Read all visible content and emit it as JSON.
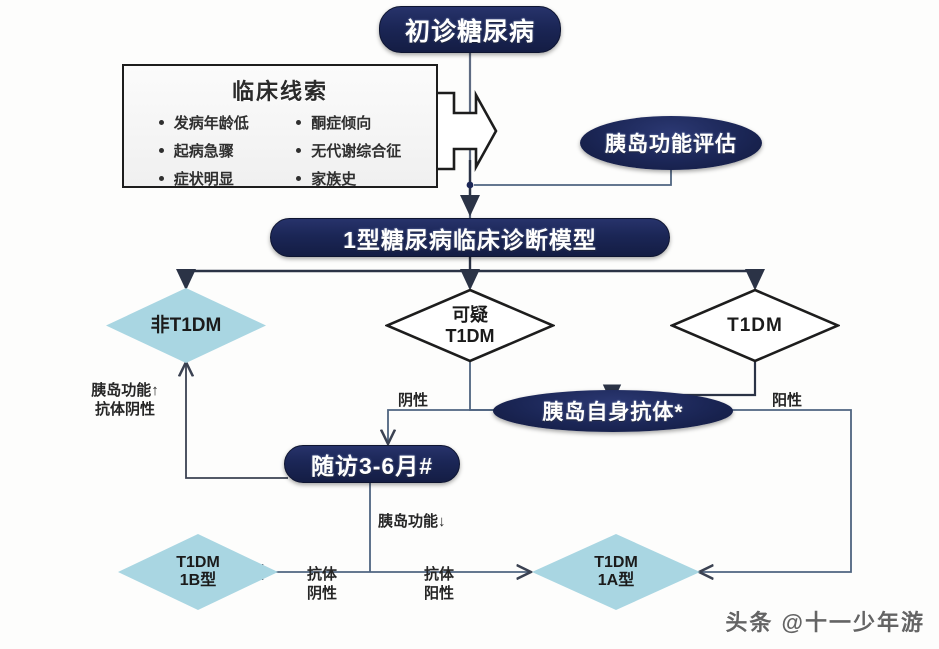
{
  "diagram": {
    "title_node": {
      "label": "初诊糖尿病"
    },
    "clue_box": {
      "title": "临床线索",
      "column_left": [
        "发病年龄低",
        "起病急骤",
        "症状明显"
      ],
      "column_right": [
        "酮症倾向",
        "无代谢综合征",
        "家族史"
      ]
    },
    "islet_assessment": {
      "label": "胰岛功能评估"
    },
    "model_bar": {
      "label": "1型糖尿病临床诊断模型"
    },
    "outcomes_row": {
      "non_t1dm": {
        "label": "非T1DM"
      },
      "suspect_t1dm": {
        "line1": "可疑",
        "line2": "T1DM"
      },
      "t1dm": {
        "label": "T1DM"
      }
    },
    "antibody_node": {
      "label": "胰岛自身抗体*"
    },
    "followup_node": {
      "label": "随访3-6月#"
    },
    "bottom_row": {
      "t1dm_1b": {
        "line1": "T1DM",
        "line2": "1B型"
      },
      "t1dm_1a": {
        "line1": "T1DM",
        "line2": "1A型"
      }
    },
    "edge_labels": {
      "left_function_up": "胰岛功能↑",
      "left_antibody_negative": "抗体阴性",
      "antibody_negative": "阴性",
      "antibody_positive": "阳性",
      "islet_function_down": "胰岛功能↓",
      "bottom_antibody_negative_line1": "抗体",
      "bottom_antibody_negative_line2": "阴性",
      "bottom_antibody_positive_line1": "抗体",
      "bottom_antibody_positive_line2": "阳性"
    },
    "watermark": "头条 @十一少年游",
    "colors": {
      "navy": "#1b2656",
      "light_blue": "#a9d6e2",
      "line": "#3b4252",
      "thin_line": "#6f7d93"
    }
  }
}
